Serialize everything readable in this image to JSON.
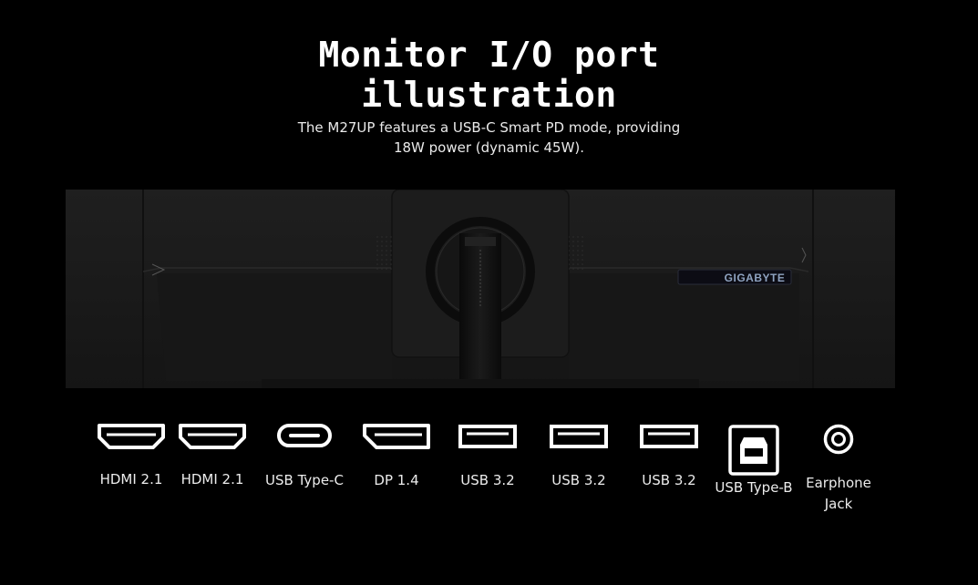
{
  "header": {
    "title_line1": "Monitor I/O port",
    "title_line2": "illustration",
    "subtitle_line1": "The M27UP features a USB-C Smart PD mode, providing",
    "subtitle_line2": "18W power (dynamic 45W)."
  },
  "monitor_image": {
    "brand_logo": "GIGABYTE"
  },
  "ports": [
    {
      "label": "HDMI 2.1",
      "icon": "hdmi-port-icon"
    },
    {
      "label": "HDMI 2.1",
      "icon": "hdmi-port-icon"
    },
    {
      "label": "USB Type-C",
      "icon": "usb-type-c-port-icon"
    },
    {
      "label": "DP 1.4",
      "icon": "displayport-icon"
    },
    {
      "label": "USB 3.2",
      "icon": "usb-a-port-icon"
    },
    {
      "label": "USB 3.2",
      "icon": "usb-a-port-icon"
    },
    {
      "label": "USB 3.2",
      "icon": "usb-a-port-icon"
    },
    {
      "label": "USB Type-B",
      "icon": "usb-type-b-port-icon"
    },
    {
      "label_line1": "Earphone",
      "label_line2": "Jack",
      "icon": "earphone-jack-icon"
    }
  ],
  "colors": {
    "background": "#000000",
    "text": "#ffffff",
    "monitor_body": "#1a1a1a"
  }
}
